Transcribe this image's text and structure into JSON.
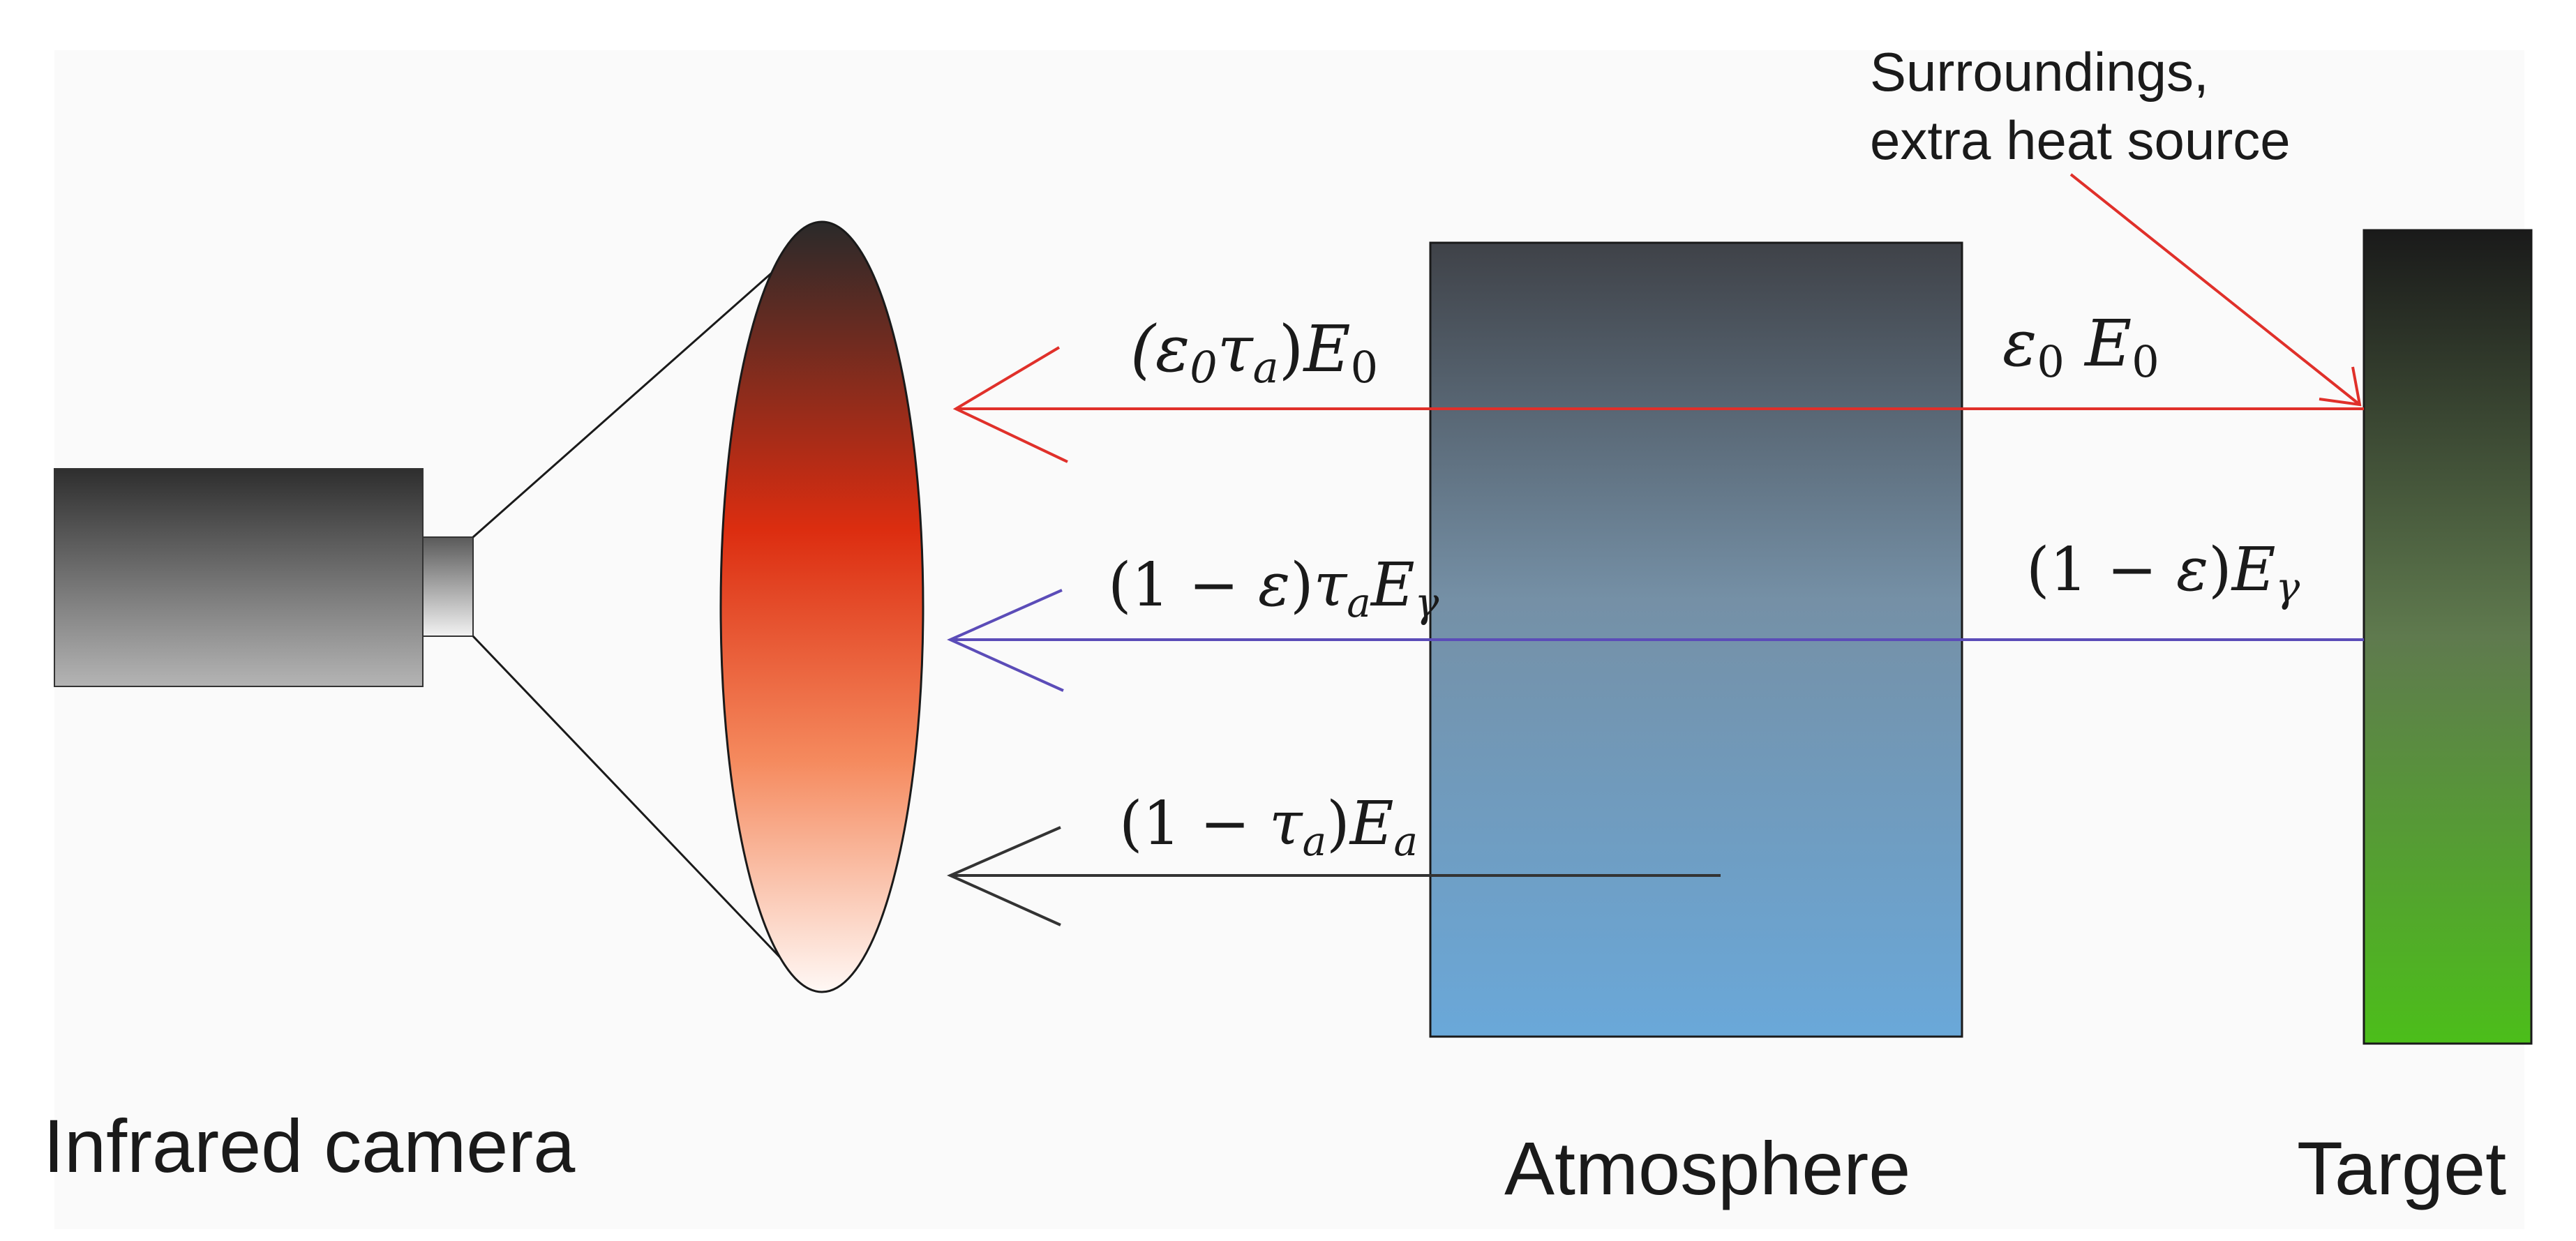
{
  "labels": {
    "camera": "Infrared camera",
    "atmosphere": "Atmosphere",
    "target": "Target",
    "surroundings_line1": "Surroundings,",
    "surroundings_line2": "extra heat source"
  },
  "equations": {
    "red_left": "(ε₀τₐ)E₀",
    "red_right": "ε₀E₀",
    "blue_left": "(1 − ε)τₐE_γ",
    "blue_right": "(1 − ε)E_γ",
    "black_left": "(1 − τₐ)Eₐ"
  },
  "colors": {
    "background": "#fafafa",
    "red_ray": "#e0302a",
    "blue_ray": "#5b4cb8",
    "black_ray": "#333333",
    "lens_top": "#2a2a2a",
    "lens_mid": "#dc2d10",
    "lens_bottom": "#fff8f5",
    "atmosphere_top": "#3f4248",
    "atmosphere_bottom": "#6aa8d9",
    "target_top": "#1a1a1a",
    "target_bottom": "#4cbe1a"
  }
}
